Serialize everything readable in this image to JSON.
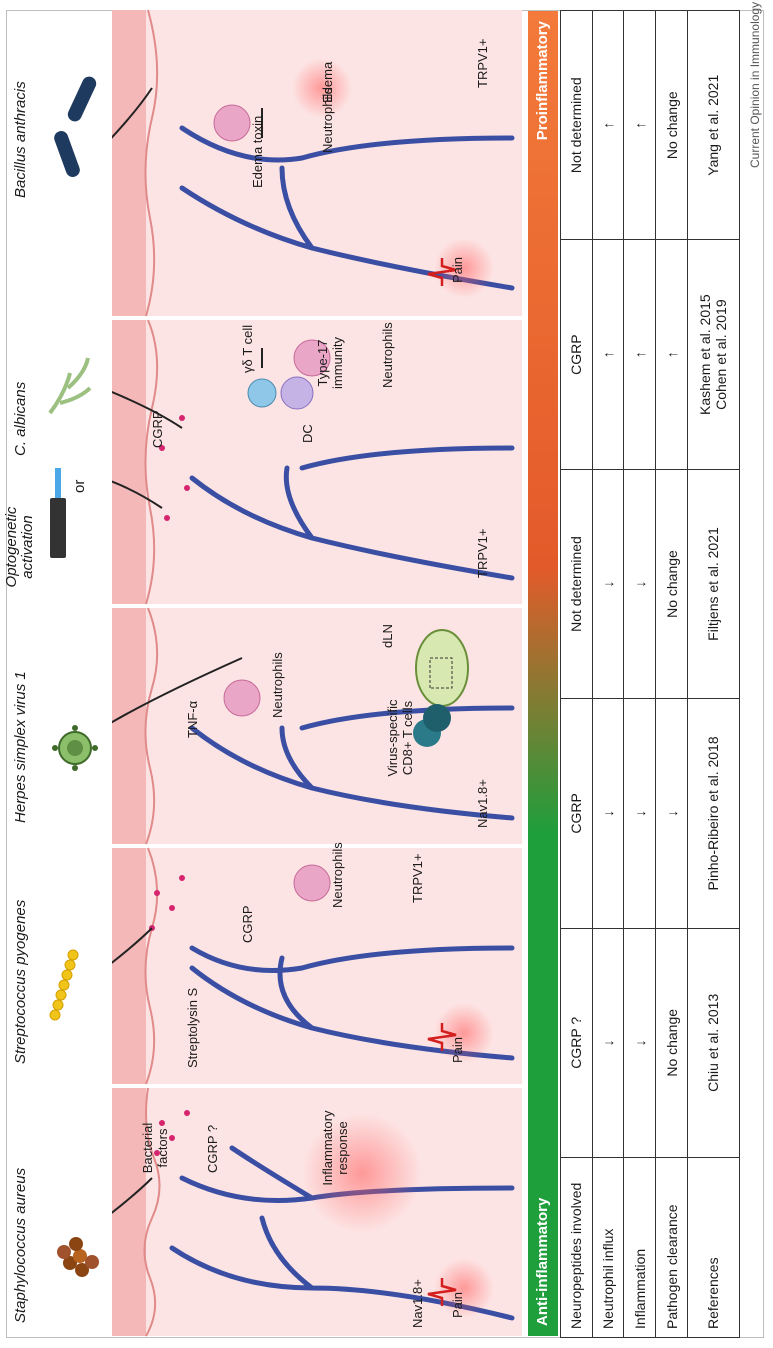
{
  "organisms": [
    {
      "name": "Staphylococcus aureus"
    },
    {
      "name": "Streptococcus pyogenes"
    },
    {
      "name": "Herpes simplex virus 1"
    },
    {
      "name": "Optogenetic activation"
    },
    {
      "name": "C. albicans"
    },
    {
      "name": "Bacillus anthracis"
    }
  ],
  "or_text": "or",
  "panels": {
    "p1": {
      "pain": "Pain",
      "bacterial_factors": "Bacterial factors",
      "cgrp": "CGRP ?",
      "response": "Inflammatory response",
      "nav": "Nav1.8+"
    },
    "p2": {
      "pain": "Pain",
      "streptolysin": "Streptolysin S",
      "cgrp": "CGRP",
      "neutrophils": "Neutrophils",
      "trpv": "TRPV1+"
    },
    "p3": {
      "tnf": "TNF-α",
      "neutrophils": "Neutrophils",
      "tcells": "Virus-specific CD8+ T cells",
      "dln": "dLN",
      "nav": "Nav1.8+"
    },
    "p4": {
      "cgrp": "CGRP",
      "gd_tcell": "γδ T cell",
      "dc": "DC",
      "type17": "Type-17 immunity",
      "neutrophils": "Neutrophils",
      "trpv": "TRPV1+"
    },
    "p5": {
      "edema_toxin": "Edema toxin",
      "neutrophils": "Neutrophils",
      "edema": "Edema",
      "pain": "Pain",
      "trpv": "TRPV1+"
    }
  },
  "bar": {
    "left": "Anti-inflammatory",
    "right": "Proinflammatory"
  },
  "table": {
    "rows": [
      {
        "label": "Neuropeptides involved",
        "cells": [
          "CGRP ?",
          "CGRP",
          "Not determined",
          "CGRP",
          "Not determined"
        ]
      },
      {
        "label": "Neutrophil influx",
        "cells": [
          "↓",
          "↓",
          "↓",
          "↑",
          "↑"
        ]
      },
      {
        "label": "Inflammation",
        "cells": [
          "↓",
          "↓",
          "↓",
          "↑",
          "↑"
        ]
      },
      {
        "label": "Pathogen clearance",
        "cells": [
          "No change",
          "↓",
          "No change",
          "↑",
          "No change"
        ]
      },
      {
        "label": "References",
        "cells": [
          "Chiu et al. 2013",
          "Pinho-Ribeiro et al. 2018",
          "Filtjens et al. 2021",
          "Kashem et al. 2015\nCohen et al. 2019",
          "Yang et al. 2021"
        ]
      }
    ]
  },
  "credit": "Current Opinion in Immunology",
  "colors": {
    "skin": "#fde4e4",
    "epidermis": "#f4b8b8",
    "nerve": "#3a4fa3",
    "cgrp_dot": "#d6246e",
    "neutrophil": "#e9a6c6",
    "anti": "#1f9e3c",
    "pro": "#f37a3a"
  }
}
